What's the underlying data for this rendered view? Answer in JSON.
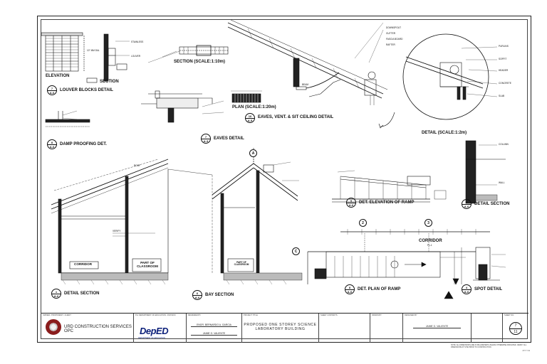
{
  "details": {
    "louver_elevation": "ELEVATION",
    "louver_section": "SECTION",
    "louver_title": "LOUVER BLOCKS DETAIL",
    "louver_ref": {
      "top": "7",
      "bottom": "A-6"
    },
    "section_scale": "SECTION (SCALE:1:10m)",
    "plan_scale": "PLAN (SCALE:1:20m)",
    "eaves_vent_title": "EAVES, VENT. & SIT CEILING DETAIL",
    "eaves_vent_ref": {
      "top": "10",
      "bottom": "A-5"
    },
    "eaves_detail": "EAVES DETAIL",
    "eaves_detail_ref": {
      "top": "7",
      "bottom": "A-3"
    },
    "detail_scale": "DETAIL (SCALE:1:2m)",
    "damp_proofing": "DAMP PROOFING DET.",
    "damp_ref": {
      "top": "8",
      "bottom": "A-6"
    },
    "ramp_elevation": "DET. ELEVATION OF RAMP",
    "ramp_elev_ref": {
      "top": "9",
      "bottom": "A-6"
    },
    "detail_section_right": "DETAIL SECTION",
    "detail_section_right_ref": {
      "top": "8",
      "bottom": "A-6"
    },
    "corridor_label": "CORRIDOR",
    "part_classroom": "PART OF CLASSROOM",
    "part_classroom_2": "PART OF CLASSROOM",
    "detail_section_left": "DETAIL SECTION",
    "detail_section_left_ref": {
      "top": "1",
      "bottom": "A-6"
    },
    "bay_section": "BAY SECTION",
    "bay_ref": {
      "top": "6",
      "bottom": "A-6"
    },
    "corridor_plan": "CORRIDOR",
    "corridor_plan_sub": "FL-1",
    "ramp_plan": "DET. PLAN OF RAMP",
    "ramp_plan_ref": {
      "top": "8",
      "bottom": "A-6"
    },
    "spot_detail": "SPOT DETAIL",
    "spot_ref": {
      "top": "4",
      "bottom": "A-6"
    },
    "grid_a": "A",
    "grid_c": "C",
    "grid_2": "2",
    "grid_3": "3",
    "sub_notes": [
      "DOWNSPOUT",
      "GUTTER",
      "FASCIA BOARD",
      "RAFTER",
      "PURLINS",
      "SOFFIT",
      "HEADER",
      "CONCRETE",
      "SLAB",
      "BEAM",
      "COLUMN",
      "WALL"
    ],
    "small_labels": [
      "10\" MM DIA.",
      "STAINLESS",
      "LOUVER",
      "ROOF",
      "VERIFY"
    ]
  },
  "title_block": {
    "caption_owner": "OWNER / PROPONENT / CLIENT",
    "company": "URD CONSTRUCTION SERVICES OPC",
    "caption_office": "PH. DEPARTMENT OF EDUCATION - DIVISION",
    "deped_logo_text": "DepED",
    "deped_sub": "DEPARTMENT OF EDUCATION",
    "caption_reviewed": "REVIEWED BY",
    "reviewer": "ENGR. BERNARDO A. GARCIA",
    "designer": "JAIME G. VALIENTE",
    "caption_project": "PROJECT TITLE",
    "project_line1": "PROPOSED ONE STOREY SCIENCE",
    "project_line2": "LABORATORY BUILDING",
    "caption_sheet_contents": "SHEET CONTENTS",
    "caption_drawn": "DRAWN BY",
    "caption_designed": "DESIGNED BY",
    "designed_name": "JAIME G. VALIENTE",
    "caption_sheet_no": "SHEET NO.",
    "sheet_top": "7",
    "sheet_bottom": "11"
  },
  "footnote": "NOTE: ALL DIMENSIONS ARE IN MILLIMETERS UNLESS OTHERWISE INDICATED. VERIFY ALL DIMENSIONS AT SITE PRIOR TO CONSTRUCTION.",
  "footcode": "A7-7 / 11"
}
